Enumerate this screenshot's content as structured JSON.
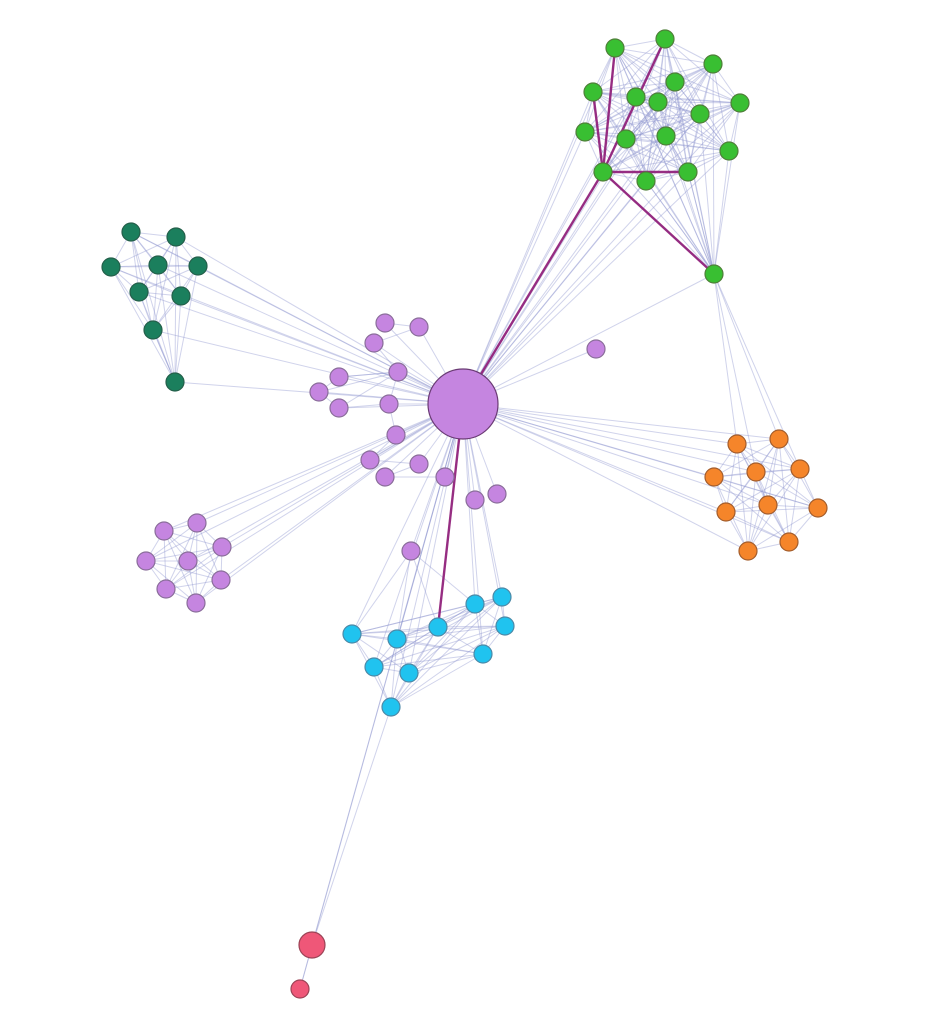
{
  "colors": {
    "edge": "#8f95cf",
    "highlight_edge": "#8f1d78",
    "hub": "#c585e0",
    "hub_border": "#6a3b74",
    "groups": {
      "green": "#39bf32",
      "dark_green": "#1b7f5d",
      "violet": "#c585e0",
      "blue": "#20c3ef",
      "orange": "#f5852a",
      "red": "#ef5778"
    }
  },
  "graph": {
    "hub": {
      "id": "hub",
      "group": "violet"
    },
    "groups": [
      "green",
      "dark_green",
      "violet",
      "blue",
      "orange",
      "red"
    ]
  }
}
